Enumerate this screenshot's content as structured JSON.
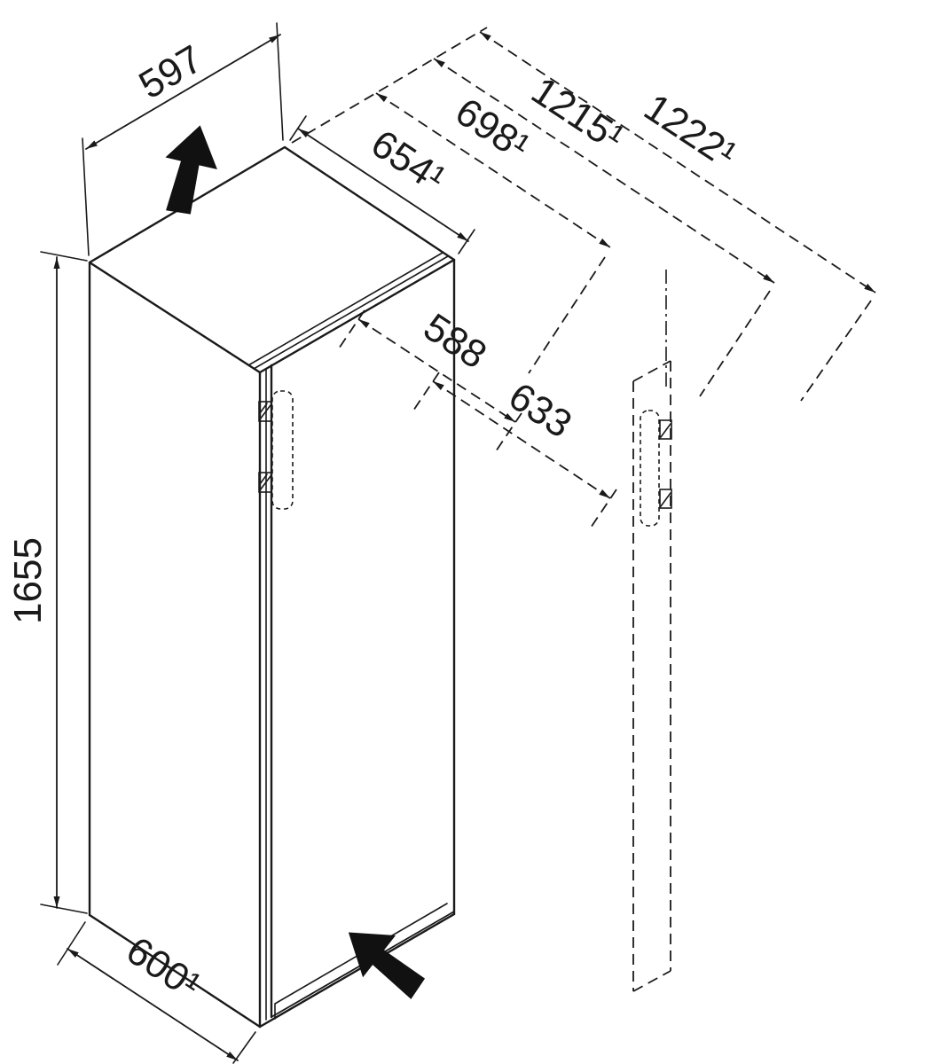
{
  "page": {
    "background": "#ffffff"
  },
  "diagram": {
    "type": "isometric-dimension-drawing",
    "subject": "refrigerator-with-open-door-clearances",
    "line_color": "#1a1a1a",
    "arrow_color": "#111111",
    "labels": {
      "width_top": "597",
      "height_left": "1655",
      "depth_bottom": "600¹",
      "depth_top": "654¹",
      "depth_door_open": "698¹",
      "clearance_door_open_inner": "1215¹",
      "clearance_door_open_outer": "1222¹",
      "depth_body": "588",
      "depth_wall": "633"
    },
    "icons": {
      "top_arrow": "direction-arrow-icon",
      "bottom_arrow": "direction-arrow-icon"
    }
  }
}
